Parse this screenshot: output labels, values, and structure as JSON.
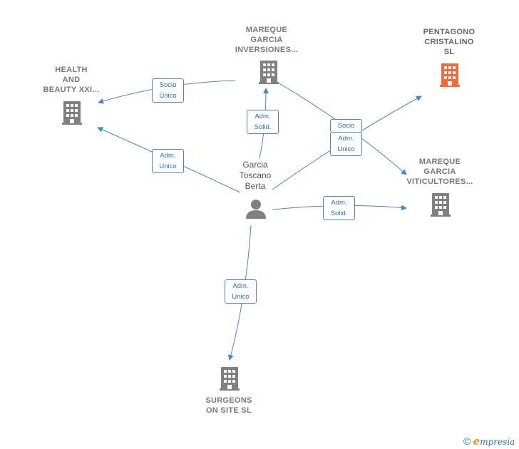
{
  "colors": {
    "building": "#808080",
    "building_highlight": "#f26a3a",
    "edge": "#4a86c8",
    "person": "#808080"
  },
  "nodes": {
    "mareque_inversiones": {
      "lines": [
        "MAREQUE",
        "GARCIA",
        "INVERSIONES..."
      ],
      "icon": "building-icon"
    },
    "pentagono": {
      "lines": [
        "PENTAGONO",
        "CRISTALINO",
        "SL"
      ],
      "icon": "building-icon",
      "highlight": true
    },
    "health_beauty": {
      "lines": [
        "HEALTH",
        "AND",
        "BEAUTY XXI..."
      ],
      "icon": "building-icon"
    },
    "mareque_viticultores": {
      "lines": [
        "MAREQUE",
        "GARCIA",
        "VITICULTORES..."
      ],
      "icon": "building-icon"
    },
    "surgeons": {
      "lines": [
        "SURGEONS",
        "ON SITE SL"
      ],
      "icon": "building-icon"
    },
    "person": {
      "lines": [
        "Garcia",
        "Toscano",
        "Berta"
      ],
      "icon": "person-icon"
    }
  },
  "edge_labels": {
    "socio_unico": [
      "Socio",
      "Único"
    ],
    "adm_solid_top": [
      "Adm.",
      "Solid."
    ],
    "socio": [
      "Socio"
    ],
    "adm_unico_right": [
      "Adm.",
      "Unico"
    ],
    "adm_unico_left": [
      "Adm.",
      "Unico"
    ],
    "adm_solid_right": [
      "Adm.",
      "Solid."
    ],
    "adm_unico_bottom": [
      "Adm.",
      "Unico"
    ]
  },
  "footer": {
    "copyright_symbol": "©",
    "brand_initial": "e",
    "brand_rest": "mpresia"
  }
}
